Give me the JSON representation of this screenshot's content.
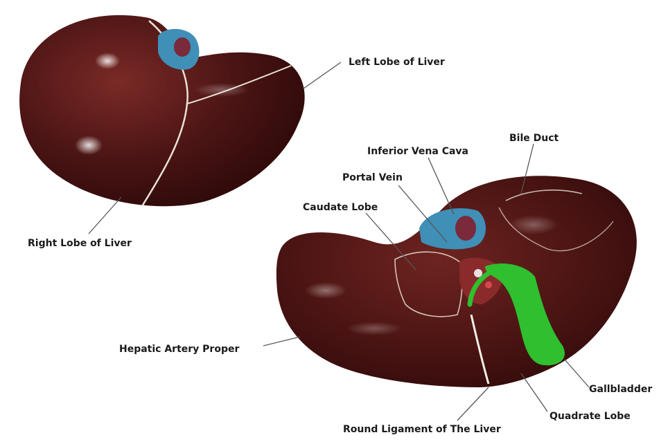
{
  "labels": {
    "left_lobe": "Left Lobe of Liver",
    "right_lobe": "Right Lobe of Liver",
    "bile_duct": "Bile Duct",
    "inferior_vena_cava": "Inferior Vena Cava",
    "portal_vein": "Portal Vein",
    "caudate_lobe": "Caudate Lobe",
    "hepatic_artery_proper": "Hepatic Artery Proper",
    "gallbladder": "Gallbladder",
    "quadrate_lobe": "Quadrate Lobe",
    "round_ligament": "Round Ligament of The Liver"
  },
  "colors": {
    "liver": "#4a1414",
    "liver_highlight": "#7a2a26",
    "vessel_blue": "#3f8fb7",
    "vessel_lumen": "#7a2a3a",
    "gallbladder_green": "#2fbf2f",
    "ligament_line": "#e9e3d6",
    "leader_line": "#555555"
  }
}
